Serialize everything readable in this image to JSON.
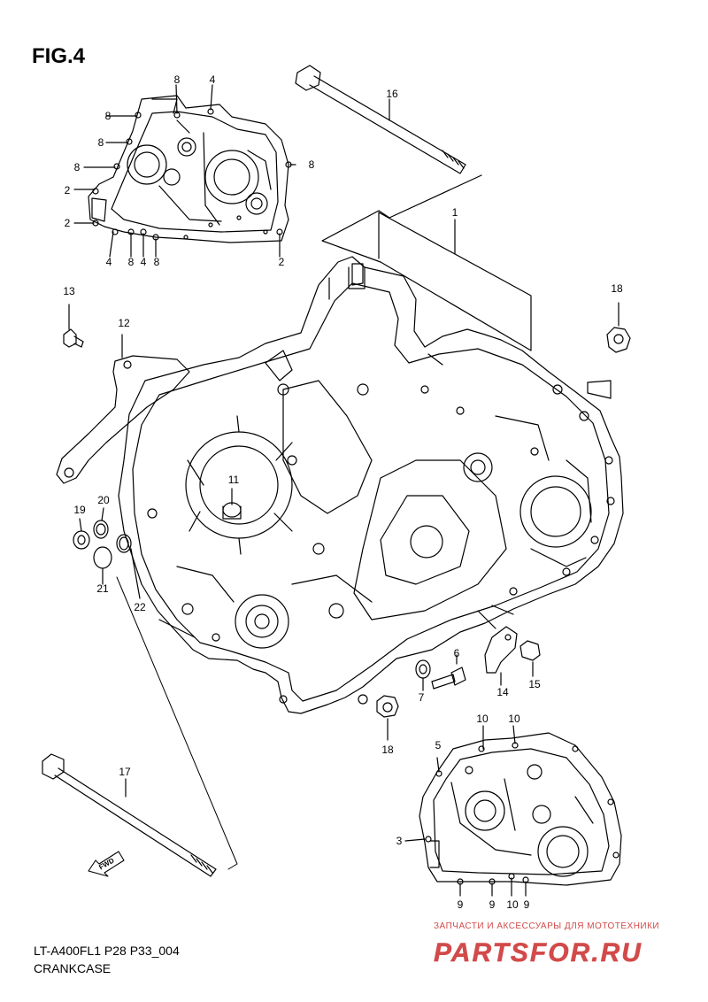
{
  "figure": {
    "label": "FIG.4"
  },
  "footer": {
    "model_code": "LT-A400FL1 P28 P33_004",
    "section": "CRANKCASE"
  },
  "watermark": {
    "tagline": "ЗАПЧАСТИ И АКСЕССУАРЫ ДЛЯ МОТОТЕХНИКИ",
    "logo_text": "PARTSFOR.RU",
    "color": "#d24a4a"
  },
  "direction_arrow": {
    "text": "FWD"
  },
  "callouts": {
    "c8a": "8",
    "c4a": "4",
    "c8b": "8",
    "c8c": "8",
    "c8d": "8",
    "c8e": "8",
    "c2a": "2",
    "c2b": "2",
    "c4b": "4",
    "c8f": "8",
    "c4c": "4",
    "c8g": "8",
    "c2c": "2",
    "c16": "16",
    "c1": "1",
    "c13": "13",
    "c12": "12",
    "c18a": "18",
    "c11": "11",
    "c20": "20",
    "c19": "19",
    "c21": "21",
    "c22": "22",
    "c6": "6",
    "c7": "7",
    "c14": "14",
    "c15": "15",
    "c18b": "18",
    "c17": "17",
    "c10a": "10",
    "c10b": "10",
    "c5": "5",
    "c3": "3",
    "c9a": "9",
    "c9b": "9",
    "c10c": "10",
    "c9c": "9"
  }
}
